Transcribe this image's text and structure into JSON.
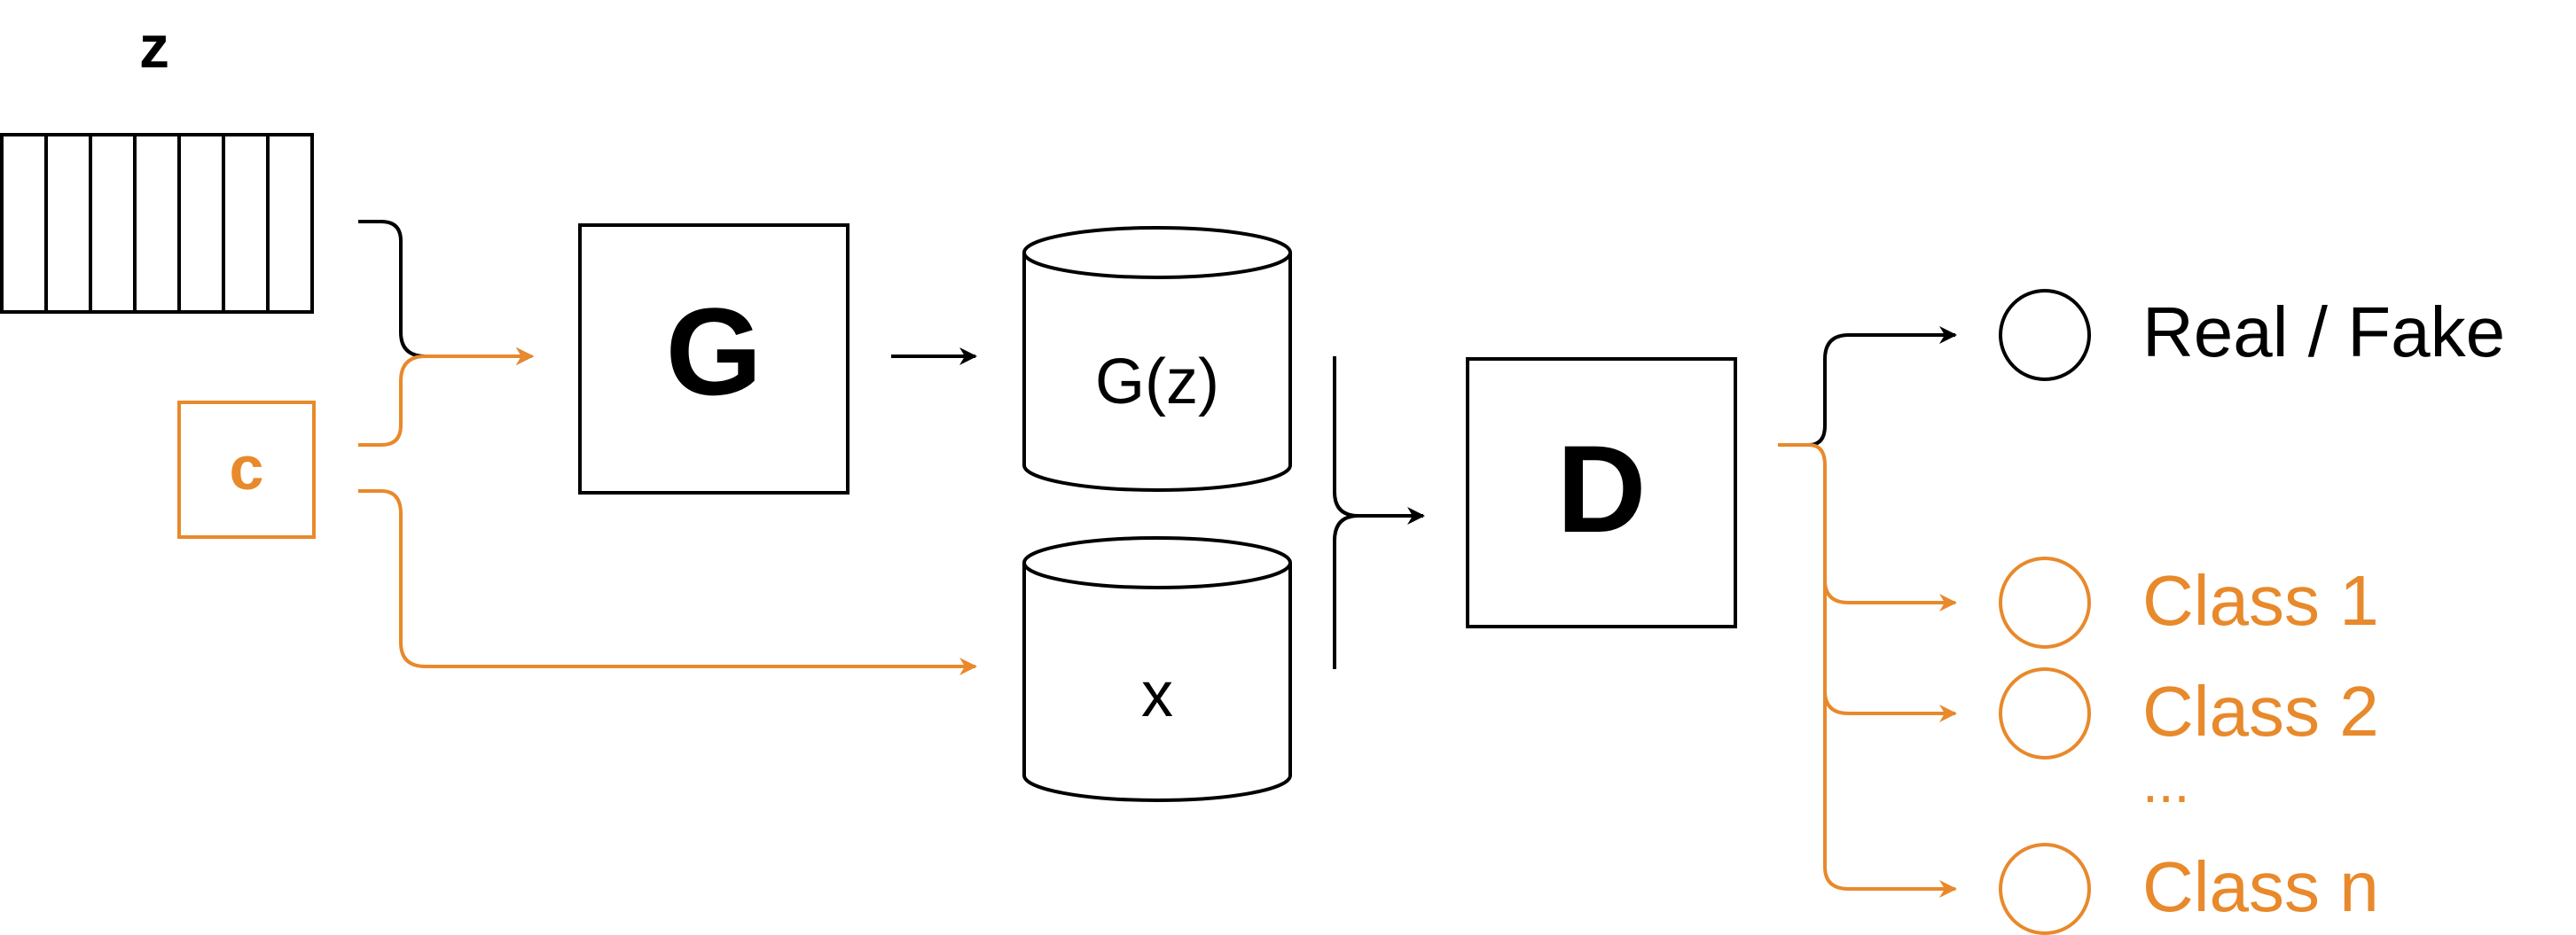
{
  "colors": {
    "primary": "#000000",
    "accent": "#E8892B"
  },
  "inputs": {
    "z_label": "z",
    "c_label": "c"
  },
  "generator": {
    "label": "G"
  },
  "generated_sample": {
    "label": "G(z)"
  },
  "real_sample": {
    "label": "x"
  },
  "discriminator": {
    "label": "D"
  },
  "outputs": {
    "real_fake": "Real / Fake",
    "classes": [
      "Class 1",
      "Class 2",
      "Class n"
    ],
    "ellipsis": "..."
  }
}
